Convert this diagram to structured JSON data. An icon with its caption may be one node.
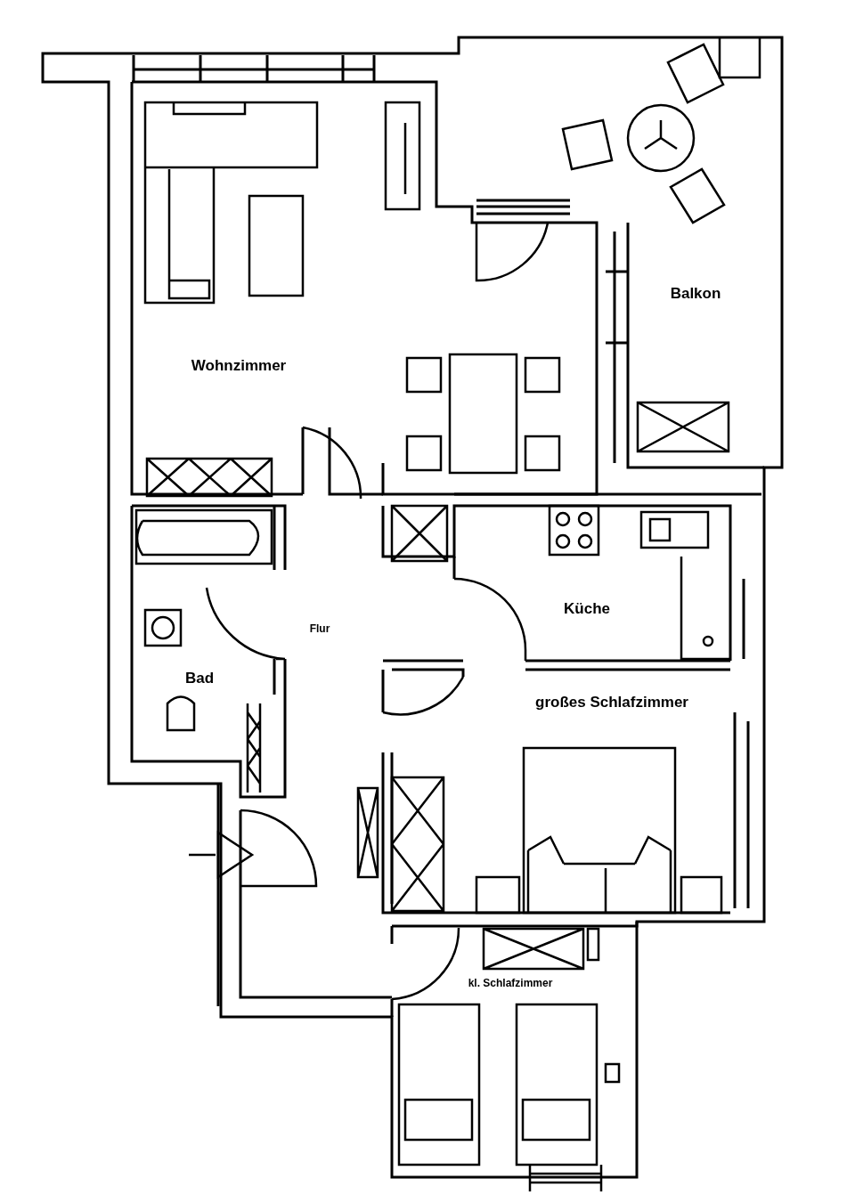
{
  "diagram": {
    "labels": [
      "Balkon",
      "Wohnzimmer",
      "Flur",
      "Küche",
      "Bad",
      "großes Schlafzimmer",
      "kl. Schlafzimmer"
    ]
  }
}
